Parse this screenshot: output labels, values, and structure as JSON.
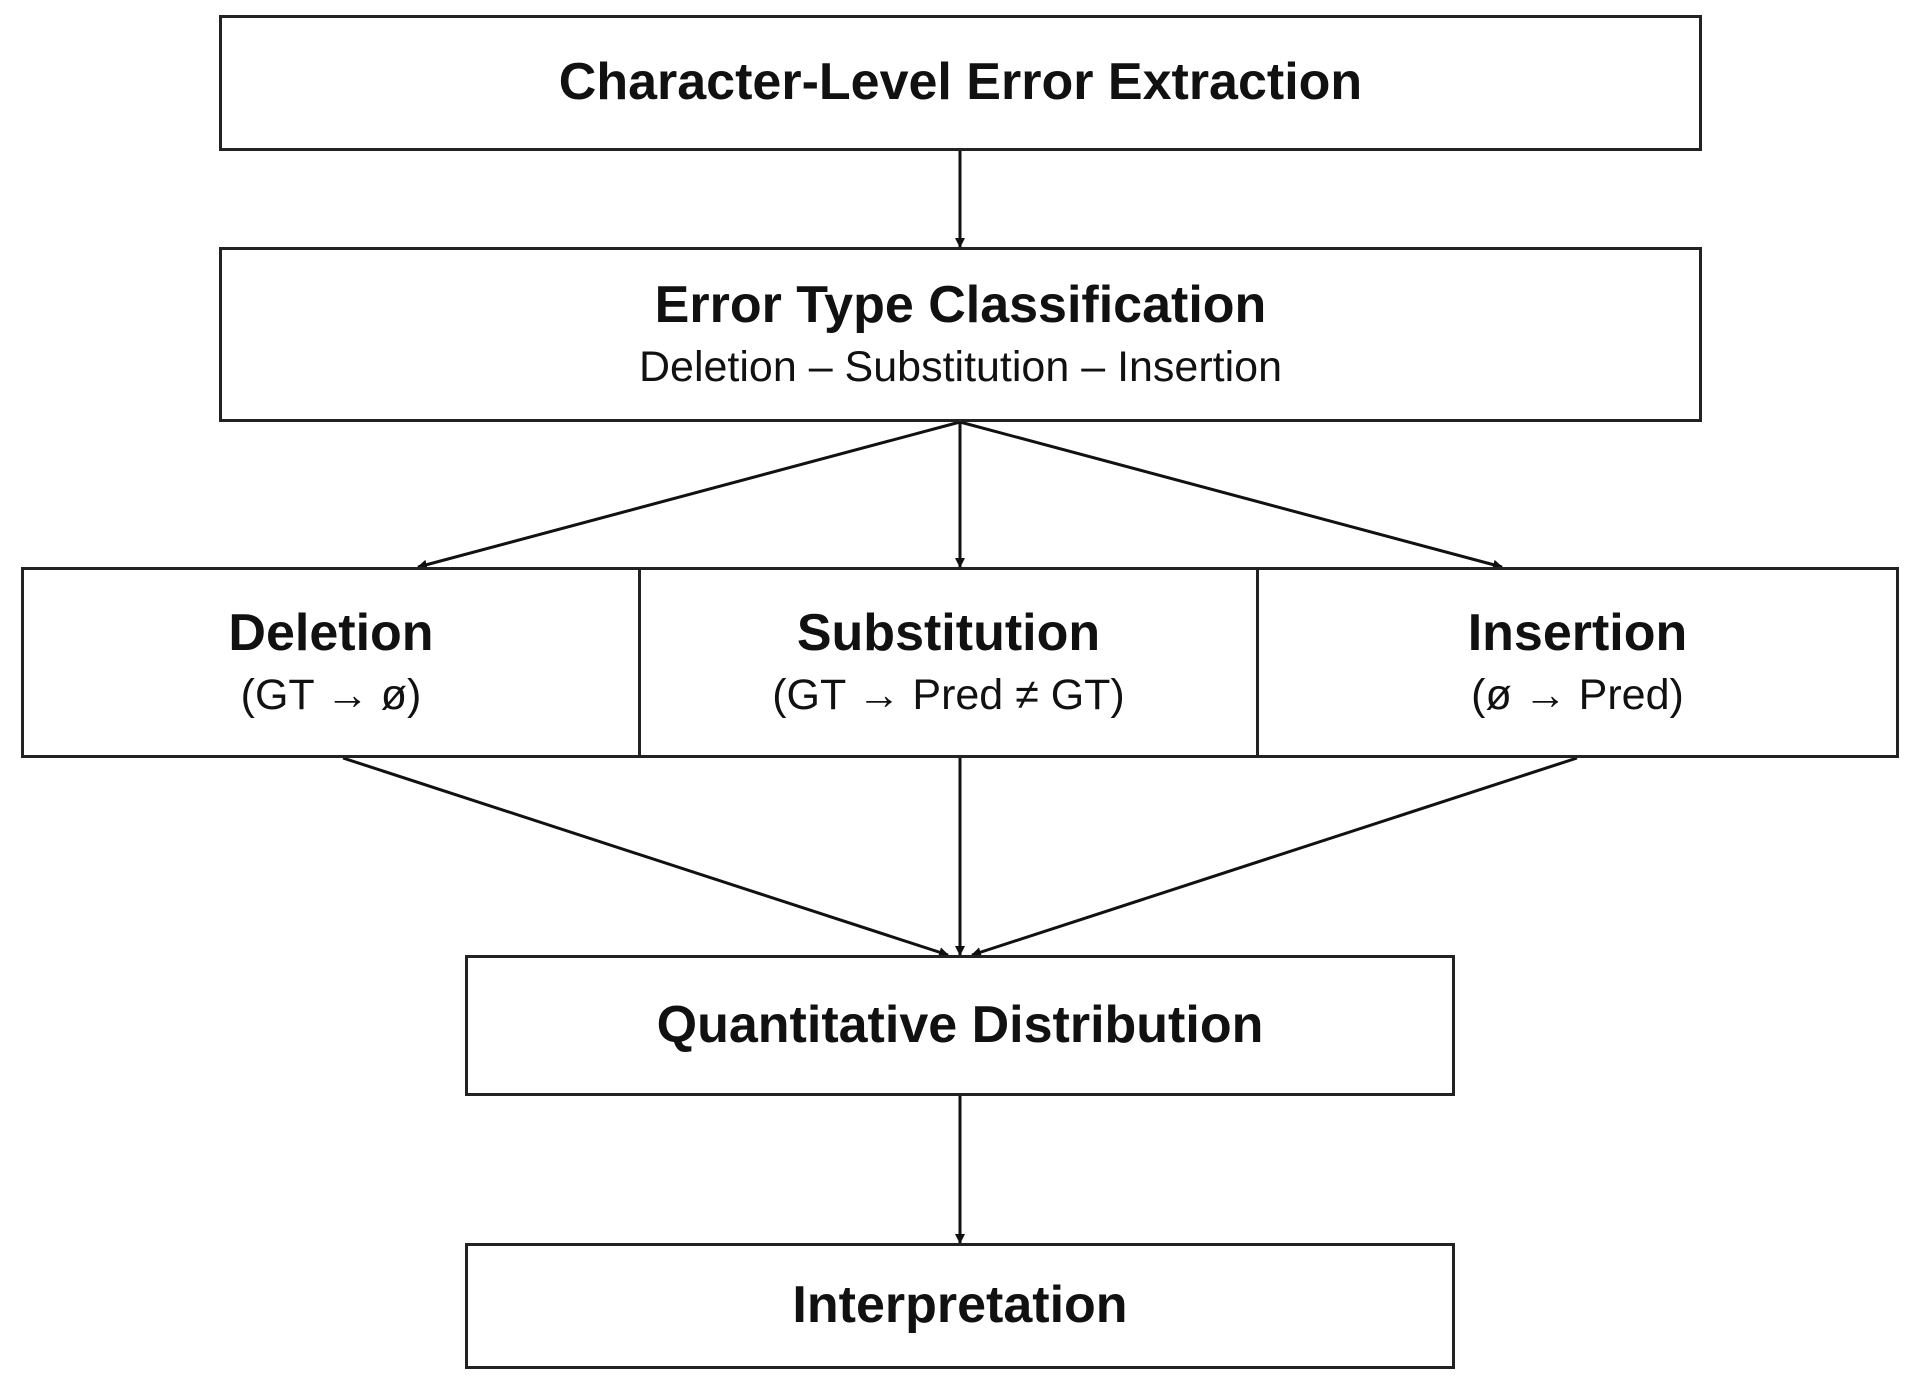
{
  "diagram": {
    "extraction": {
      "title": "Character-Level Error Extraction"
    },
    "classification": {
      "title": "Error Type Classification",
      "subtitle": "Deletion – Substitution – Insertion"
    },
    "deletion": {
      "title": "Deletion",
      "formula": "(GT → ø)"
    },
    "substitution": {
      "title": "Substitution",
      "formula": "(GT → Pred ≠ GT)"
    },
    "insertion": {
      "title": "Insertion",
      "formula": "(ø → Pred)"
    },
    "distribution": {
      "title": "Quantitative Distribution"
    },
    "interpretation": {
      "title": "Interpretation"
    }
  },
  "colors": {
    "stroke": "#222222",
    "background": "#ffffff",
    "text": "#111111"
  }
}
